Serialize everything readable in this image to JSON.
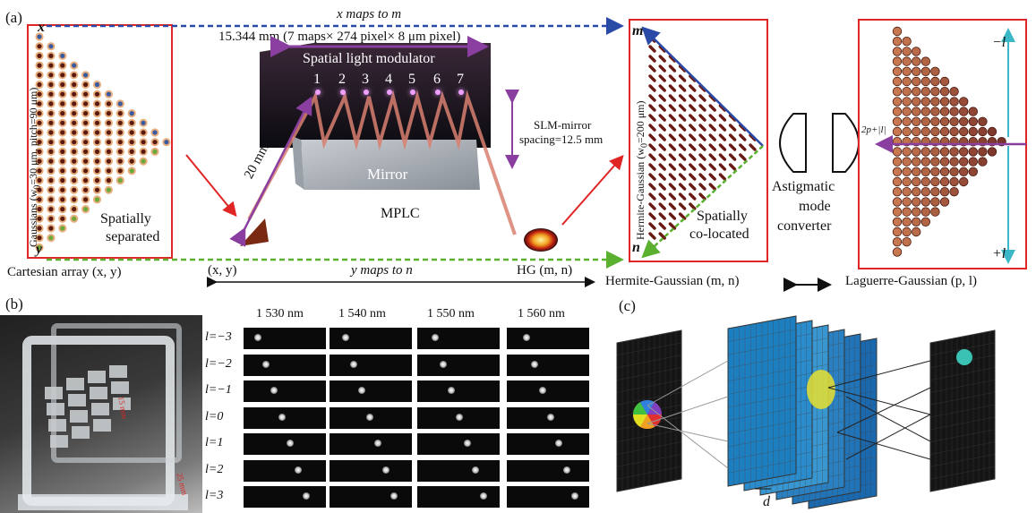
{
  "panels": {
    "a": "(a)",
    "b": "(b)",
    "c": "(c)"
  },
  "cartesian": {
    "axis_x": "x",
    "axis_y": "y",
    "gaussians_label": "Gaussians (w",
    "gaussians_label_sub": "0",
    "gaussians_label_tail": "=30 μm, pitch=90 μm)",
    "note_line1": "Spatially",
    "note_line2": "separated",
    "caption": "Cartesian array (x, y)"
  },
  "top": {
    "maps_line": "x maps to m",
    "dimension_line": "15.344 mm (7 maps× 274 pixel× 8 μm pixel)"
  },
  "slm": {
    "title": "Spatial light modulator",
    "numbers": [
      "1",
      "2",
      "3",
      "4",
      "5",
      "6",
      "7"
    ],
    "mirror": "Mirror",
    "mplc": "MPLC",
    "distance": "20 mm",
    "spacing_line1": "SLM-mirror",
    "spacing_line2": "spacing=12.5 mm"
  },
  "bottom_axis": {
    "xy": "(x, y)",
    "maps_line": "y maps to n",
    "hg": "HG (m, n)"
  },
  "hermite": {
    "axis_m": "m",
    "axis_n": "n",
    "side_label": "Hermite-Gaussian (w",
    "side_label_sub": "0",
    "side_label_tail": "=200 μm)",
    "note_line1": "Spatially",
    "note_line2": "co-located",
    "caption": "Hermite-Gaussian (m, n)"
  },
  "converter": {
    "line1": "Astigmatic",
    "line2": "mode",
    "line3": "converter"
  },
  "laguerre": {
    "minus_l": "−l",
    "plus_l": "+l",
    "radial": "2p+|l|",
    "caption": "Laguerre-Gaussian (p, l)"
  },
  "panel_b": {
    "wavelengths": [
      "1 530 nm",
      "1 540 nm",
      "1 550 nm",
      "1 560 nm"
    ],
    "rows": [
      "l=−3",
      "l=−2",
      "l=−1",
      "l=0",
      "l=1",
      "l=2",
      "l=3"
    ],
    "photo_scale_1": "15 mm",
    "photo_scale_2": "25 mm"
  },
  "panel_c": {
    "distance": "d"
  },
  "colors": {
    "box_border": "#e02525",
    "top_arrow": "#2a4aa8",
    "bottom_arrow": "#5bb030",
    "purple": "#8a3fa0",
    "cyan": "#3bb8c8",
    "spot_dark": "#5a1a10",
    "spot_green": "#6aa83a"
  }
}
